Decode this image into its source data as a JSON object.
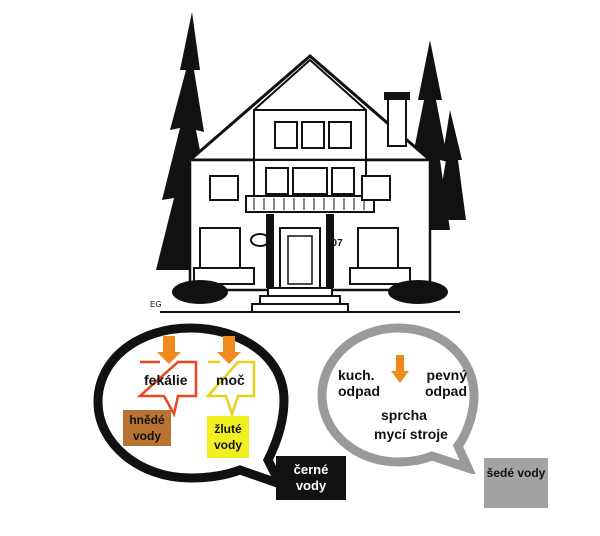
{
  "house": {
    "number": "107",
    "signature": "EG"
  },
  "black_water": {
    "items": [
      "fekálie",
      "moč"
    ],
    "brown_label": "hnědé vody",
    "yellow_label": "žluté vody",
    "group_label": "černé vody",
    "colors": {
      "feces_border": "#e8471f",
      "urine_border": "#e6d11a",
      "brown": "#b87333",
      "yellow": "#f0f021",
      "arrow": "#f08a1c"
    }
  },
  "grey_water": {
    "kitchen_waste": "kuch. odpad",
    "solid_waste": "pevný odpad",
    "shower": "sprcha",
    "dishwasher": "mycí stroje",
    "group_label": "šedé vody",
    "colors": {
      "bubble": "#9a9a9a",
      "box": "#a3a3a3"
    }
  }
}
